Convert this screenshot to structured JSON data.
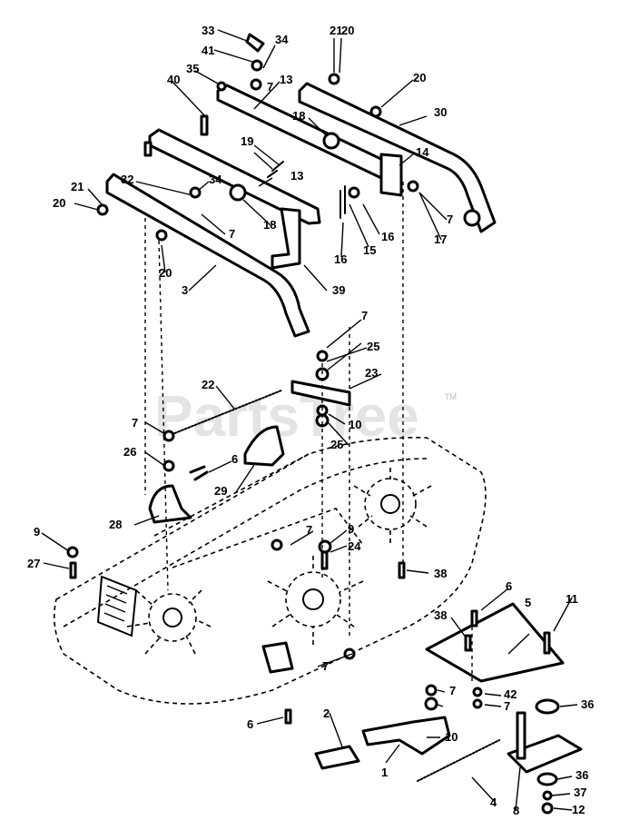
{
  "watermark": {
    "text": "PartsTree",
    "trademark": "TM"
  },
  "callouts": [
    "33",
    "41",
    "34",
    "7",
    "35",
    "40",
    "13",
    "21",
    "20",
    "20",
    "30",
    "18",
    "19",
    "14",
    "32",
    "34",
    "13",
    "21",
    "20",
    "7",
    "18",
    "16",
    "15",
    "16",
    "17",
    "7",
    "20",
    "3",
    "39",
    "7",
    "25",
    "23",
    "22",
    "7",
    "10",
    "25",
    "26",
    "6",
    "29",
    "28",
    "9",
    "27",
    "7",
    "9",
    "24",
    "38",
    "6",
    "5",
    "11",
    "38",
    "7",
    "7",
    "42",
    "7",
    "36",
    "2",
    "10",
    "1",
    "4",
    "8",
    "6",
    "36",
    "37",
    "12"
  ]
}
